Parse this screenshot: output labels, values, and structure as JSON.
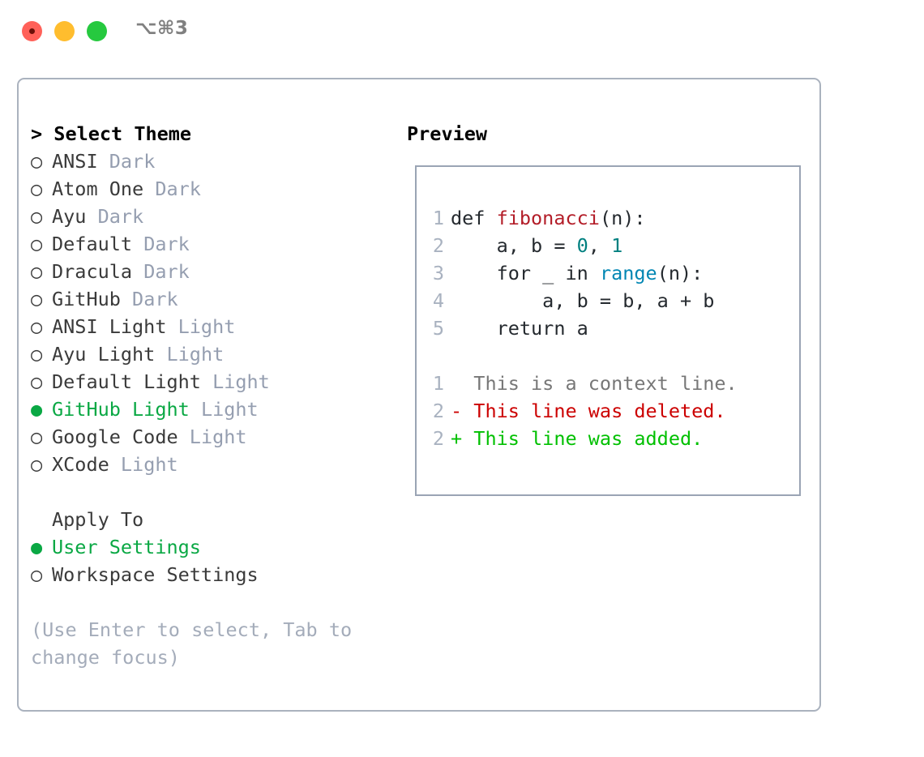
{
  "window": {
    "shortcut_label": "⌥⌘3",
    "traffic_lights": [
      {
        "name": "close",
        "color": "#ff6159"
      },
      {
        "name": "minimize",
        "color": "#ffbd2e"
      },
      {
        "name": "maximize",
        "color": "#26c93f"
      }
    ]
  },
  "colors": {
    "panel_border": "#aab2be",
    "preview_border": "#9aa4b4",
    "accent_green": "#0aa844",
    "muted": "#959eb0",
    "hint": "#a4acba",
    "text": "#3a3a3a",
    "line_number": "#a9b2c0",
    "syntax_function": "#b31d28",
    "syntax_number": "#008080",
    "syntax_call": "#0086b3",
    "diff_context": "#777777",
    "diff_deleted": "#cc0000",
    "diff_added": "#00c000"
  },
  "theme_picker": {
    "header_prompt": "> ",
    "header": "Select Theme",
    "items": [
      {
        "marker": "○",
        "name": "ANSI",
        "variant": "Dark",
        "selected": false
      },
      {
        "marker": "○",
        "name": "Atom One",
        "variant": "Dark",
        "selected": false
      },
      {
        "marker": "○",
        "name": "Ayu",
        "variant": "Dark",
        "selected": false
      },
      {
        "marker": "○",
        "name": "Default",
        "variant": "Dark",
        "selected": false
      },
      {
        "marker": "○",
        "name": "Dracula",
        "variant": "Dark",
        "selected": false
      },
      {
        "marker": "○",
        "name": "GitHub",
        "variant": "Dark",
        "selected": false
      },
      {
        "marker": "○",
        "name": "ANSI Light",
        "variant": "Light",
        "selected": false
      },
      {
        "marker": "○",
        "name": "Ayu Light",
        "variant": "Light",
        "selected": false
      },
      {
        "marker": "○",
        "name": "Default Light",
        "variant": "Light",
        "selected": false
      },
      {
        "marker": "●",
        "name": "GitHub Light",
        "variant": "Light",
        "selected": true
      },
      {
        "marker": "○",
        "name": "Google Code",
        "variant": "Light",
        "selected": false
      },
      {
        "marker": "○",
        "name": "XCode",
        "variant": "Light",
        "selected": false
      }
    ]
  },
  "apply_to": {
    "header": "Apply To",
    "items": [
      {
        "marker": "●",
        "label": "User Settings",
        "selected": true
      },
      {
        "marker": "○",
        "label": "Workspace Settings",
        "selected": false
      }
    ]
  },
  "hint": "(Use Enter to select, Tab to change focus)",
  "preview": {
    "header": "Preview",
    "code_lines": [
      {
        "no": "1",
        "tokens": [
          {
            "t": "def ",
            "k": "plain"
          },
          {
            "t": "fibonacci",
            "k": "fn"
          },
          {
            "t": "(n):",
            "k": "plain"
          }
        ]
      },
      {
        "no": "2",
        "tokens": [
          {
            "t": "    a, b = ",
            "k": "plain"
          },
          {
            "t": "0",
            "k": "num"
          },
          {
            "t": ", ",
            "k": "plain"
          },
          {
            "t": "1",
            "k": "num"
          }
        ]
      },
      {
        "no": "3",
        "tokens": [
          {
            "t": "    for _ in ",
            "k": "plain"
          },
          {
            "t": "range",
            "k": "call"
          },
          {
            "t": "(n):",
            "k": "plain"
          }
        ]
      },
      {
        "no": "4",
        "tokens": [
          {
            "t": "        a, b = b, a + b",
            "k": "plain"
          }
        ]
      },
      {
        "no": "5",
        "tokens": [
          {
            "t": "    return a",
            "k": "plain"
          }
        ]
      }
    ],
    "diff_lines": [
      {
        "no": "1",
        "sign": "  ",
        "text": "This is a context line.",
        "kind": "ctx"
      },
      {
        "no": "2",
        "sign": "- ",
        "text": "This line was deleted.",
        "kind": "del"
      },
      {
        "no": "2",
        "sign": "+ ",
        "text": "This line was added.",
        "kind": "add"
      }
    ]
  }
}
